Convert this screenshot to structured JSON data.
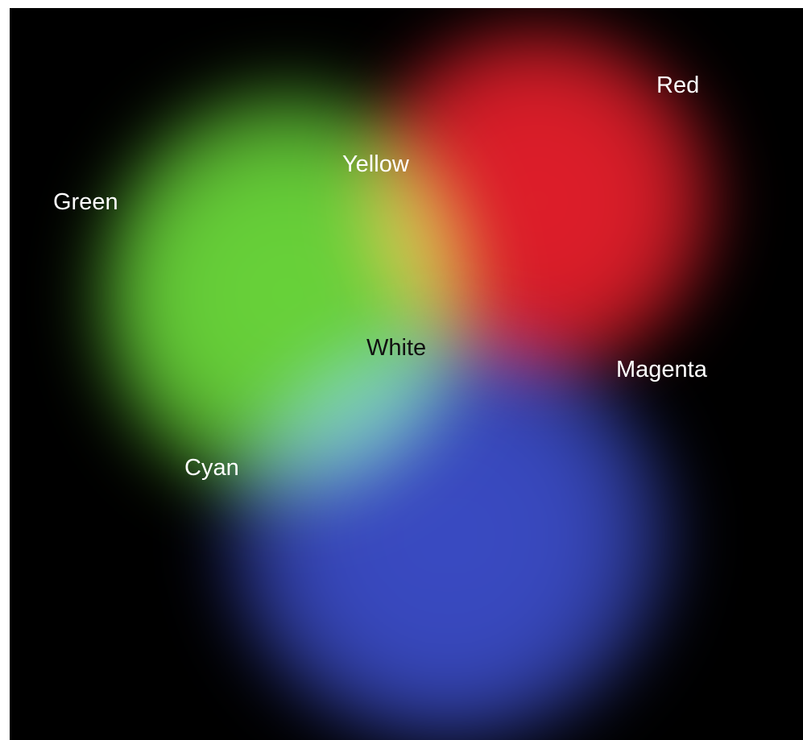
{
  "colors": {
    "red_light": "#e01e2a",
    "green_light": "#69d43a",
    "blue_light": "#3a4bc4",
    "background": "#000000"
  },
  "labels": {
    "red": "Red",
    "yellow": "Yellow",
    "green": "Green",
    "white": "White",
    "magenta": "Magenta",
    "cyan": "Cyan"
  }
}
